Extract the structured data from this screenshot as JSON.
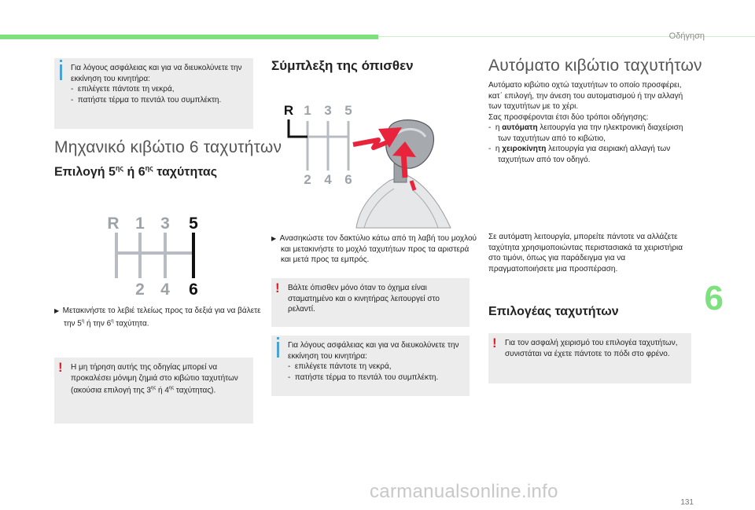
{
  "header": {
    "section_title": "Οδήγηση",
    "chapter_number": "6",
    "page_number": "131"
  },
  "col1": {
    "info_box": {
      "intro": "Για λόγους ασφάλειας και για να διευκολύνετε την εκκίνηση του κινητήρα:",
      "items": [
        "επιλέγετε πάντοτε τη νεκρά,",
        "πατήστε τέρμα το πεντάλ του συμπλέκτη."
      ]
    },
    "heading": "Μηχανικό κιβώτιο 6 ταχυτήτων",
    "subheading": "Επιλογή 5ης ή 6ης ταχύτητας",
    "gear_labels": {
      "r": "R",
      "g1": "1",
      "g3": "3",
      "g5": "5",
      "g2": "2",
      "g4": "4",
      "g6": "6"
    },
    "instruction": "Μετακινήστε το λεβιέ τελείως προς τα δεξιά για να βάλετε την 5η ή την 6η ταχύτητα.",
    "warning": "Η μη τήρηση αυτής της οδηγίας μπορεί να προκαλέσει μόνιμη ζημιά στο κιβώτιο ταχυτήτων (ακούσια επιλογή της 3ης ή 4ης ταχύτητας)."
  },
  "col2": {
    "heading": "Σύμπλεξη της όπισθεν",
    "gear_labels": {
      "r": "R",
      "g1": "1",
      "g3": "3",
      "g5": "5",
      "g2": "2",
      "g4": "4",
      "g6": "6"
    },
    "instruction": "Ανασηκώστε τον δακτύλιο κάτω από τη λαβή του μοχλού και μετακινήστε το μοχλό ταχυτήτων προς τα αριστερά και μετά προς τα εμπρός.",
    "warning": "Βάλτε όπισθεν μόνο όταν το όχημα είναι σταματημένο και ο κινητήρας λειτουργεί στο ρελαντί.",
    "info_box": {
      "intro": "Για λόγους ασφάλειας και για να διευκολύνετε την εκκίνηση του κινητήρα:",
      "items": [
        "επιλέγετε πάντοτε τη νεκρά,",
        "πατήστε τέρμα το πεντάλ του συμπλέκτη."
      ]
    }
  },
  "col3": {
    "heading": "Αυτόματο κιβώτιο ταχυτήτων",
    "para1": "Αυτόματο κιβώτιο οχτώ ταχυτήτων το οποίο προσφέρει, κατ΄ επιλογή, την άνεση του αυτοματισμού ή την αλλαγή των ταχυτήτων με το χέρι.",
    "para1b": "Σας προσφέρονται έτσι δύο τρόποι οδήγησης:",
    "mode1_prefix": "η ",
    "mode1_bold": "αυτόματη",
    "mode1_rest": " λειτουργία για την ηλεκτρονική διαχείριση των ταχυτήτων από το κιβώτιο,",
    "mode2_prefix": "η ",
    "mode2_bold": "χειροκίνητη",
    "mode2_rest": " λειτουργία για σειριακή αλλαγή των ταχυτήτων από τον οδηγό.",
    "para2": "Σε αυτόματη λειτουργία, μπορείτε πάντοτε να αλλάζετε ταχύτητα χρησιμοποιώντας περιστασιακά τα χειριστήρια στο τιμόνι, όπως για παράδειγμα για να πραγματοποιήσετε μια προσπέραση.",
    "subheading": "Επιλογέας ταχυτήτων",
    "warning": "Για τον ασφαλή χειρισμό του επιλογέα ταχυτήτων, συνιστάται να έχετε πάντοτε το πόδι στο φρένο."
  },
  "watermark": "carmanualsonline.info",
  "colors": {
    "accent_green": "#7fe07f",
    "info_blue": "#4aa3d6",
    "warning_red": "#e0202a",
    "box_grey": "#ececec",
    "arrow_red": "#e8243c"
  }
}
